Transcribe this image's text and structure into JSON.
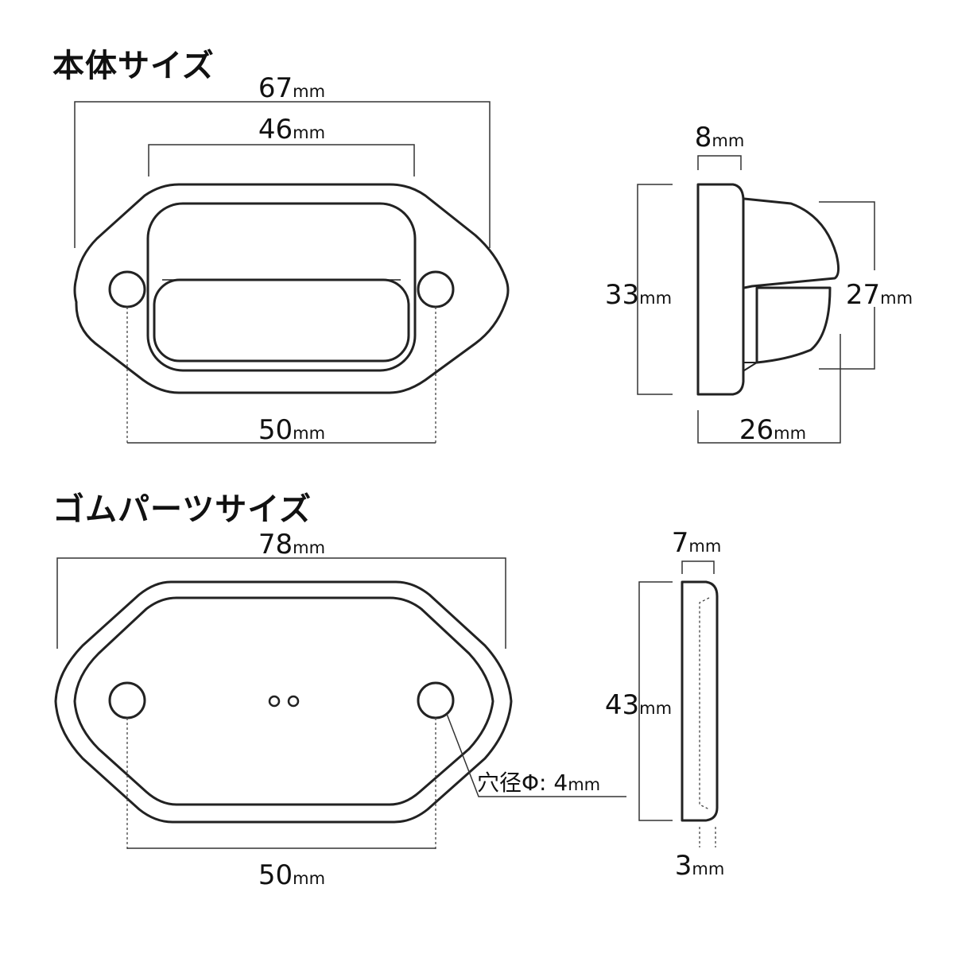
{
  "titles": {
    "body_size": "本体サイズ",
    "rubber_size": "ゴムパーツサイズ"
  },
  "unit": "mm",
  "body": {
    "width": "67",
    "lens_width": "46",
    "hole_pitch": "50",
    "depth_base": "8",
    "height": "33",
    "lens_height": "27",
    "depth_total": "26"
  },
  "rubber": {
    "width": "78",
    "hole_pitch": "50",
    "thickness": "7",
    "height": "43",
    "lip": "3",
    "hole_note_label": "穴径Φ: ",
    "hole_diameter": "4"
  }
}
